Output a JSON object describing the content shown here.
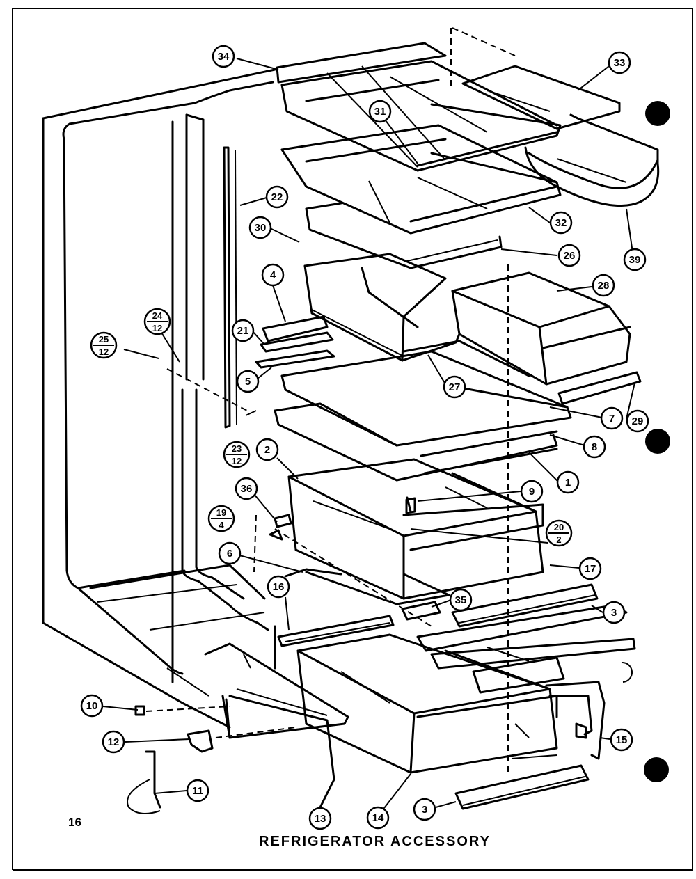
{
  "caption": "REFRIGERATOR ACCESSORY",
  "page_number": "16",
  "callouts": [
    {
      "label": "34"
    },
    {
      "label": "33"
    },
    {
      "label": "31"
    },
    {
      "label": "22"
    },
    {
      "label": "32"
    },
    {
      "label": "30"
    },
    {
      "label": "26"
    },
    {
      "label": "39"
    },
    {
      "label": "28"
    },
    {
      "label": "4"
    },
    {
      "label": "21"
    },
    {
      "label": "5"
    },
    {
      "label": "27"
    },
    {
      "label": "7"
    },
    {
      "label": "29"
    },
    {
      "label": "8"
    },
    {
      "label": "2"
    },
    {
      "label": "1"
    },
    {
      "label": "9"
    },
    {
      "label": "36"
    },
    {
      "label": "6"
    },
    {
      "label": "17"
    },
    {
      "label": "16"
    },
    {
      "label": "35"
    },
    {
      "label": "3"
    },
    {
      "label": "10"
    },
    {
      "label": "12"
    },
    {
      "label": "11"
    },
    {
      "label": "13"
    },
    {
      "label": "14"
    },
    {
      "label": "15"
    },
    {
      "label": "3"
    }
  ],
  "fraction_callouts": [
    {
      "top": "24",
      "bottom": "12"
    },
    {
      "top": "25",
      "bottom": "12"
    },
    {
      "top": "23",
      "bottom": "12"
    },
    {
      "top": "19",
      "bottom": "4"
    },
    {
      "top": "20",
      "bottom": "2"
    }
  ]
}
